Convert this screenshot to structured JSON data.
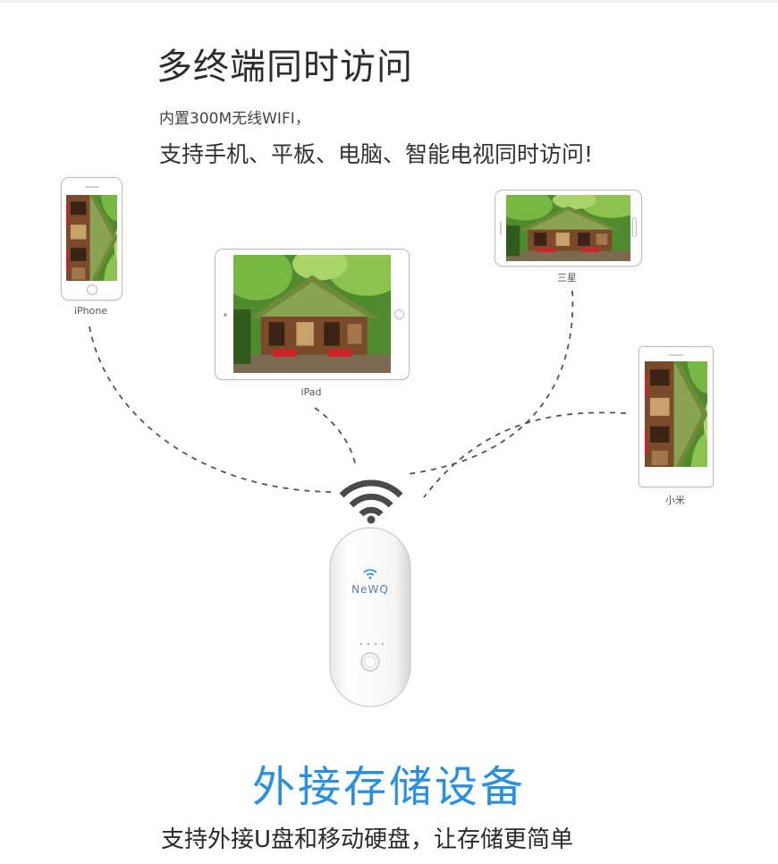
{
  "section1": {
    "heading": "多终端同时访问",
    "line1": "内置300M无线WIFI，",
    "line2": "支持手机、平板、电脑、智能电视同时访问!"
  },
  "devices": {
    "iphone": "iPhone",
    "ipad": "iPad",
    "samsung": "三星",
    "xiaomi": "小米"
  },
  "router": {
    "brand": "NeWQ",
    "icon": "wifi-icon"
  },
  "section2": {
    "heading": "外接存储设备",
    "line1": "支持外接U盘和移动硬盘，让存储更简单"
  },
  "colors": {
    "accent": "#2b8fe0",
    "text": "#333333",
    "wifi": "#4a4a4a",
    "link_line": "#555555"
  }
}
